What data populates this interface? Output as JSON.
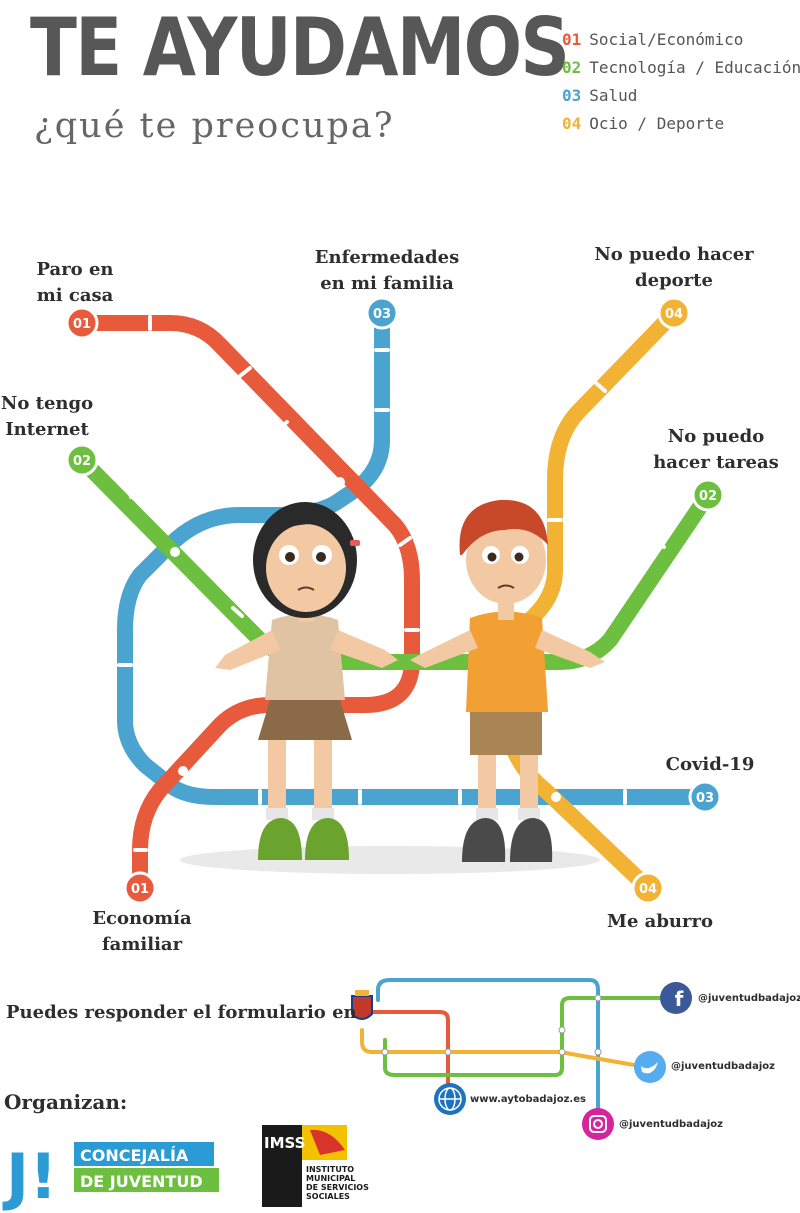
{
  "header": {
    "title": "TE AYUDAMOS",
    "subtitle": "¿qué te preocupa?"
  },
  "legend": [
    {
      "num": "01",
      "label": "Social/Económico",
      "color": "#e85a3c"
    },
    {
      "num": "02",
      "label": "Tecnología / Educación",
      "color": "#6cbf3f"
    },
    {
      "num": "03",
      "label": "Salud",
      "color": "#4ba3d0"
    },
    {
      "num": "04",
      "label": "Ocio / Deporte",
      "color": "#f2b233"
    }
  ],
  "stations": {
    "paro": {
      "line1": "Paro en",
      "line2": "mi casa",
      "num": "01"
    },
    "internet": {
      "line1": "No tengo",
      "line2": "Internet",
      "num": "02"
    },
    "enfermedades": {
      "line1": "Enfermedades",
      "line2": "en mi familia",
      "num": "03"
    },
    "deporte": {
      "line1": "No puedo hacer",
      "line2": "deporte",
      "num": "04"
    },
    "tareas": {
      "line1": "No puedo",
      "line2": "hacer tareas",
      "num": "02"
    },
    "covid": {
      "line1": "Covid-19",
      "num": "03"
    },
    "economia": {
      "line1": "Economía",
      "line2": "familiar",
      "num": "01"
    },
    "aburro": {
      "line1": "Me aburro",
      "num": "04"
    }
  },
  "footer": {
    "respond": "Puedes responder el formulario en",
    "facebook": "@juventudbadajoz",
    "twitter": "@juventudbadajoz",
    "web": "www.aytobadajoz.es",
    "instagram": "@juventudbadajoz",
    "organizan": "Organizan:",
    "concejalia_line1": "CONCEJALÍA",
    "concejalia_line2": "DE JUVENTUD",
    "imss_line1": "INSTITUTO",
    "imss_line2": "MUNICIPAL",
    "imss_line3": "DE SERVICIOS",
    "imss_line4": "SOCIALES",
    "imss_short": "IMSS",
    "concejalia_mark": "J!"
  },
  "icons": [
    "facebook-icon",
    "twitter-icon",
    "globe-icon",
    "instagram-icon",
    "coat-of-arms-icon"
  ]
}
